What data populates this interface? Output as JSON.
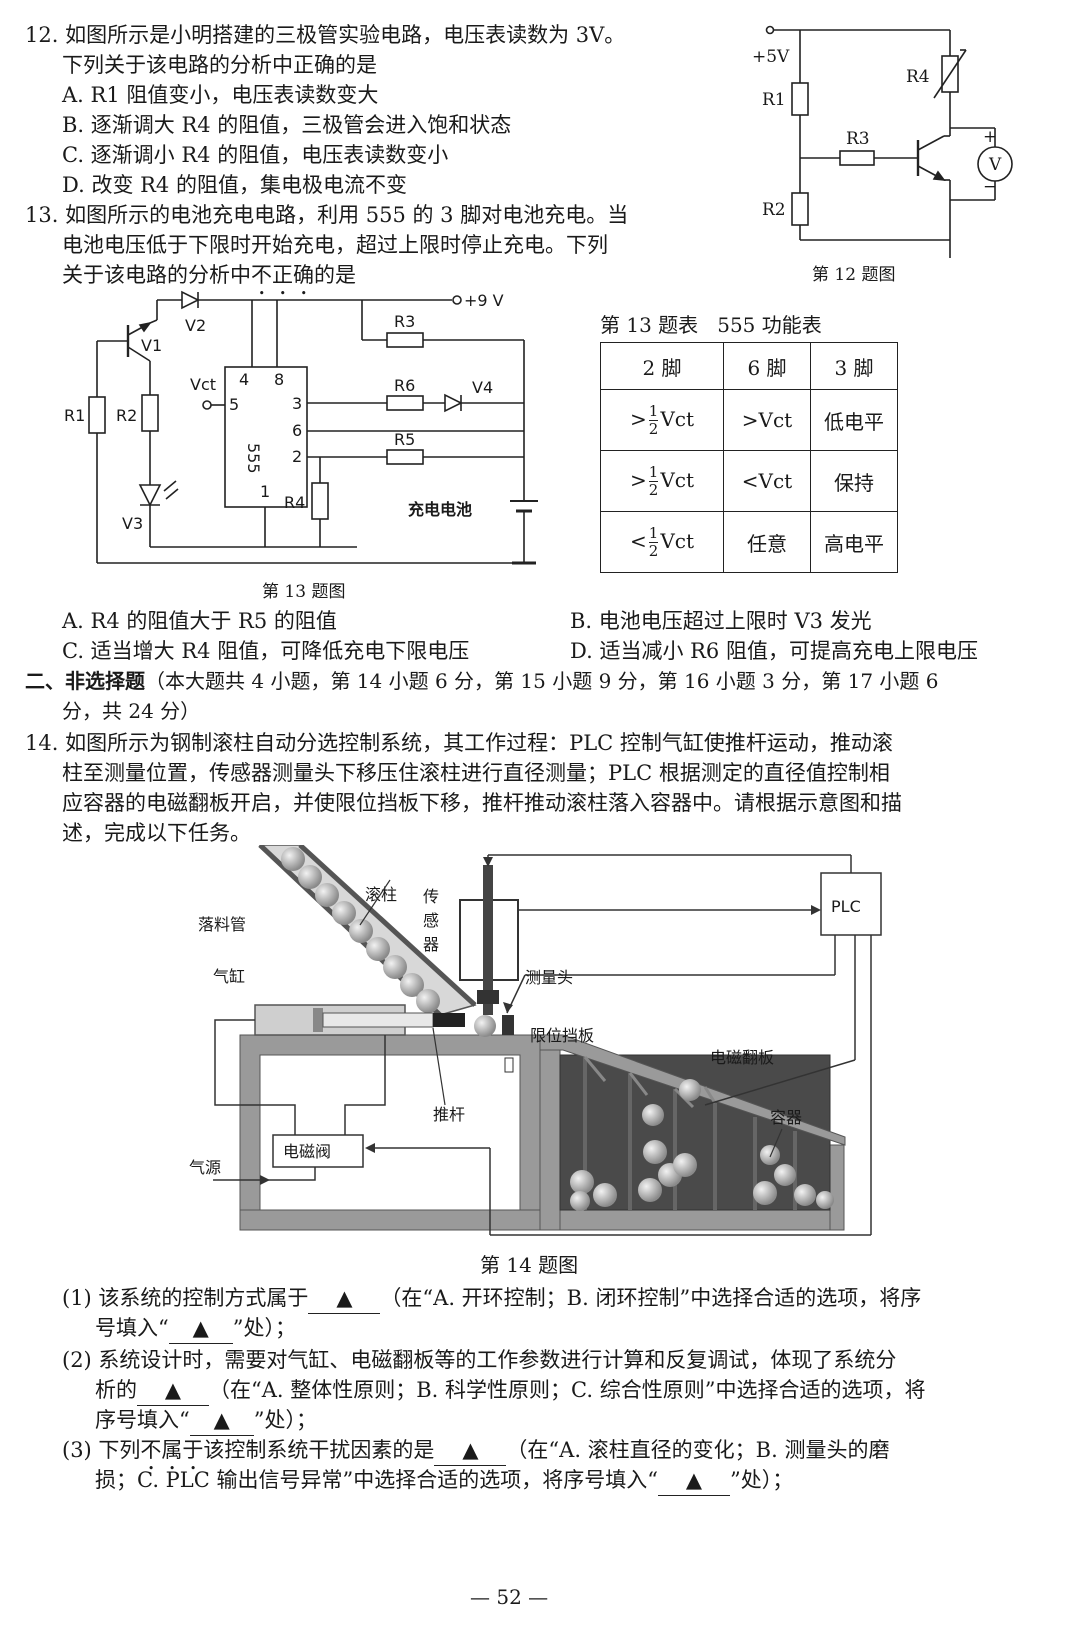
{
  "q12": {
    "stem1": "12. 如图所示是小明搭建的三极管实验电路，电压表读数为 3V。",
    "stem2": "下列关于该电路的分析中正确的是",
    "options": [
      "A. R1 阻值变小，电压表读数变大",
      "B. 逐渐调大 R4 的阻值，三极管会进入饱和状态",
      "C. 逐渐调小 R4 的阻值，电压表读数变小",
      "D. 改变 R4 的阻值，集电极电流不变"
    ],
    "figure": {
      "caption": "第 12 题图",
      "supply": "+5V",
      "labels": [
        "R1",
        "R2",
        "R3",
        "R4",
        "V",
        "+",
        "−"
      ]
    }
  },
  "q13": {
    "stem1": "13. 如图所示的电池充电电路，利用 555 的 3 脚对电池充电。当",
    "stem2": "电池电压低于下限时开始充电，超过上限时停止充电。下列",
    "stem3_pre": "关于该电路的分析中",
    "stem3_emph": "不正确",
    "stem3_post": "的是",
    "figure": {
      "caption": "第 13 题图",
      "supply": "+9 V",
      "vct": "Vct",
      "chip": "555",
      "pins": [
        "4",
        "8",
        "5",
        "3",
        "6",
        "2",
        "1"
      ],
      "labels": [
        "V1",
        "V2",
        "V3",
        "V4",
        "R1",
        "R2",
        "R3",
        "R4",
        "R5",
        "R6"
      ],
      "battery": "充电电池"
    },
    "table": {
      "title": "第 13 题表   555 功能表",
      "headers": [
        "2 脚",
        "6 脚",
        "3 脚"
      ],
      "rows": [
        {
          "c1_sign": ">",
          "c1_num": "1",
          "c1_den": "2",
          "c1_unit": "Vct",
          "c2": ">Vct",
          "c3": "低电平"
        },
        {
          "c1_sign": ">",
          "c1_num": "1",
          "c1_den": "2",
          "c1_unit": "Vct",
          "c2": "<Vct",
          "c3": "保持"
        },
        {
          "c1_sign": "<",
          "c1_num": "1",
          "c1_den": "2",
          "c1_unit": "Vct",
          "c2": "任意",
          "c3": "高电平"
        }
      ]
    },
    "options": [
      "A. R4 的阻值大于 R5 的阻值",
      "B. 电池电压超过上限时 V3 发光",
      "C. 适当增大 R4 阻值，可降低充电下限电压",
      "D. 适当减小 R6 阻值，可提高充电上限电压"
    ]
  },
  "section2": {
    "title": "二、非选择题",
    "desc1": "（本大题共 4 小题，第 14 小题 6 分，第 15 小题 9 分，第 16 小题 3 分，第 17 小题 6",
    "desc2": "分，共 24 分）"
  },
  "q14": {
    "stem1": "14. 如图所示为钢制滚柱自动分选控制系统，其工作过程：PLC 控制气缸使推杆运动，推动滚",
    "stem2": "柱至测量位置，传感器测量头下移压住滚柱进行直径测量；PLC 根据测定的直径值控制相",
    "stem3": "应容器的电磁翻板开启，并使限位挡板下移，推杆推动滚柱落入容器中。请根据示意图和描",
    "stem4": "述，完成以下任务。",
    "figure": {
      "caption": "第 14 题图",
      "labels": {
        "tube": "落料管",
        "roller": "滚柱",
        "sensor": "传感器",
        "head": "测量头",
        "plc": "PLC",
        "cylinder": "气缸",
        "stop": "限位挡板",
        "flap": "电磁翻板",
        "container": "容器",
        "rod": "推杆",
        "valve": "电磁阀",
        "air": "气源"
      }
    },
    "sub1_a": "(1) 该系统的控制方式属于",
    "sub1_b": "（在“A. 开环控制；B. 闭环控制”中选择合适的选项，将序",
    "sub1_c": "号填入“",
    "sub1_d": "”处）；",
    "sub2_a": "(2) 系统设计时，需要对气缸、电磁翻板等的工作参数进行计算和反复调试，体现了系统分",
    "sub2_b": "析的",
    "sub2_c": "（在“A. 整体性原则；B. 科学性原则；C. 综合性原则”中选择合适的选项，将",
    "sub2_d": "序号填入“",
    "sub2_e": "”处）；",
    "sub3_a_pre": "(3) 下列",
    "sub3_a_emph": "不属于",
    "sub3_a_post": "该控制系统干扰因素的是",
    "sub3_b": "（在“A. 滚柱直径的变化；B. 测量头的磨",
    "sub3_c": "损；C. PLC 输出信号异常”中选择合适的选项，将序号填入“",
    "sub3_d": "”处）；",
    "blank_mark": "▲"
  },
  "page_number": "— 52 —"
}
